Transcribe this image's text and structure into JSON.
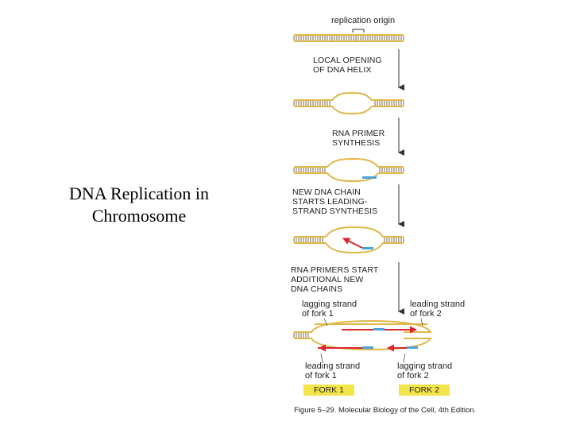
{
  "slide": {
    "title": "DNA Replication in Chromosome"
  },
  "figure": {
    "origin_label": "replication origin",
    "steps": [
      {
        "line1": "LOCAL OPENING",
        "line2": "OF DNA HELIX",
        "line3": ""
      },
      {
        "line1": "RNA PRIMER",
        "line2": "SYNTHESIS",
        "line3": ""
      },
      {
        "line1": "NEW DNA CHAIN",
        "line2": "STARTS LEADING-",
        "line3": "STRAND SYNTHESIS"
      },
      {
        "line1": "RNA PRIMERS START",
        "line2": "ADDITIONAL NEW",
        "line3": "DNA CHAINS"
      }
    ],
    "strand_labels": {
      "lagging_fork1": {
        "line1": "lagging strand",
        "line2": "of fork 1"
      },
      "leading_fork2": {
        "line1": "leading strand",
        "line2": "of fork 2"
      },
      "leading_fork1": {
        "line1": "leading strand",
        "line2": "of fork 1"
      },
      "lagging_fork2": {
        "line1": "lagging strand",
        "line2": "of fork 2"
      }
    },
    "forks": {
      "fork1": "FORK 1",
      "fork2": "FORK 2"
    },
    "caption": "Figure 5–29. Molecular Biology of the Cell, 4th Edition.",
    "colors": {
      "backbone": "#e0b84a",
      "rung": "#7a6a40",
      "primer": "#4aa3d8",
      "new_dna": "#d8262c",
      "fork_box": "#f3e44a"
    }
  }
}
